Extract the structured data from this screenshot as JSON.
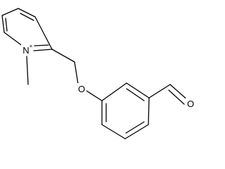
{
  "molecule": {
    "atoms": {
      "nitrogen": "N",
      "nitrogen_charge": "+",
      "ether_oxygen": "O",
      "carbonyl_oxygen": "O"
    }
  },
  "colors": {
    "background": "#ffffff",
    "ink": "#000000"
  }
}
